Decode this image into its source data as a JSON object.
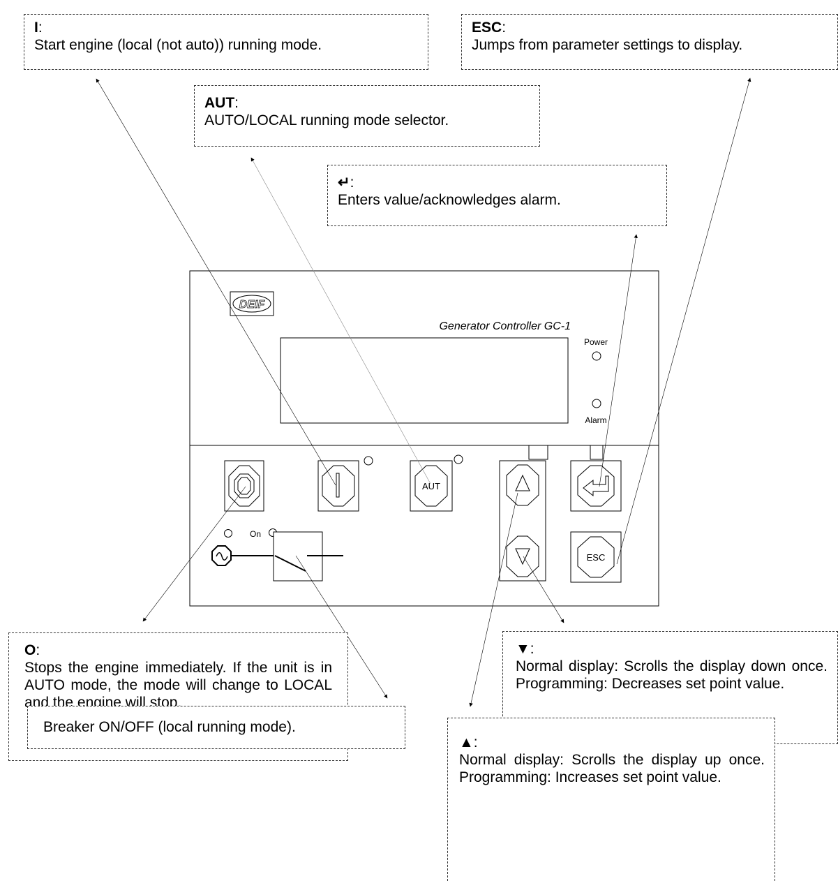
{
  "panel": {
    "logo": "DEIF",
    "title": "Generator Controller GC-1",
    "power_label": "Power",
    "alarm_label": "Alarm",
    "on_label": "On",
    "aut_button_label": "AUT",
    "esc_button_label": "ESC"
  },
  "callouts": {
    "start": {
      "key": "I",
      "sep": ":",
      "desc": "Start engine (local (not auto)) running mode."
    },
    "aut": {
      "key": "AUT",
      "sep": ":",
      "desc": "AUTO/LOCAL running mode selector."
    },
    "esc": {
      "key": "ESC",
      "sep": ":",
      "desc": "Jumps from parameter settings to display."
    },
    "enter": {
      "key": "↵",
      "sep": ":",
      "desc": "Enters value/acknowledges alarm."
    },
    "stop": {
      "key": "O",
      "sep": ":",
      "desc": "Stops the engine immediately. If the unit is in AUTO mode, the mode will change to LOCAL and the engine will stop."
    },
    "breaker": {
      "desc": "Breaker ON/OFF (local running mode)."
    },
    "down": {
      "key": "▼",
      "sep": ":",
      "desc": "Normal display: Scrolls the display down once. Programming: Decreases set point value."
    },
    "up": {
      "key": "▲",
      "sep": ":",
      "desc": "Normal display: Scrolls the display up once. Programming: Increases set point value."
    }
  }
}
